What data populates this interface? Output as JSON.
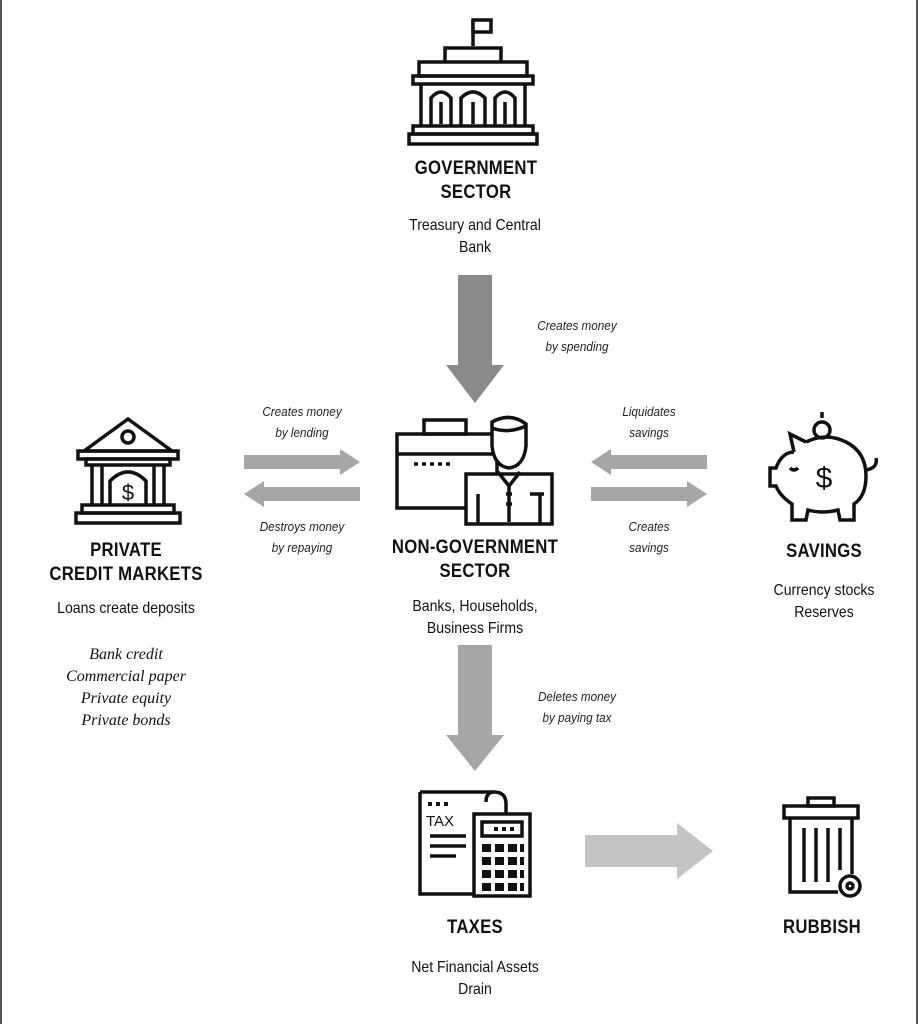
{
  "government": {
    "title_line1": "GOVERNMENT",
    "title_line2": "SECTOR",
    "sub_line1": "Treasury and Central",
    "sub_line2": "Bank",
    "icon": "government-building-icon"
  },
  "non_government": {
    "title_line1": "NON-GOVERNMENT",
    "title_line2": "SECTOR",
    "sub_line1": "Banks, Households,",
    "sub_line2": "Business Firms",
    "icon": "briefcase-person-icon"
  },
  "private_credit": {
    "title_line1": "PRIVATE",
    "title_line2": "CREDIT MARKETS",
    "sub": "Loans create deposits",
    "items": [
      "Bank credit",
      "Commercial paper",
      "Private equity",
      "Private bonds"
    ],
    "icon": "bank-dollar-icon"
  },
  "savings": {
    "title": "SAVINGS",
    "sub_line1": "Currency stocks",
    "sub_line2": "Reserves",
    "icon": "piggy-bank-icon"
  },
  "taxes": {
    "title": "TAXES",
    "sub_line1": "Net Financial Assets",
    "sub_line2": "Drain",
    "tax_label": "TAX",
    "icon": "tax-calculator-icon"
  },
  "rubbish": {
    "title": "RUBBISH",
    "icon": "trash-bin-icon"
  },
  "flows": {
    "gov_to_nongov": [
      "Creates money",
      "by spending"
    ],
    "credit_lending": [
      "Creates money",
      "by lending"
    ],
    "credit_repaying": [
      "Destroys money",
      "by repaying"
    ],
    "savings_liquidate": [
      "Liquidates",
      "savings"
    ],
    "savings_create": [
      "Creates",
      "savings"
    ],
    "nongov_to_taxes": [
      "Deletes money",
      "by paying tax"
    ]
  },
  "colors": {
    "arrow_dark": "#8a8a8a",
    "arrow_mid": "#a6a6a6",
    "arrow_light": "#c4c4c4",
    "icon_stroke": "#111111"
  }
}
